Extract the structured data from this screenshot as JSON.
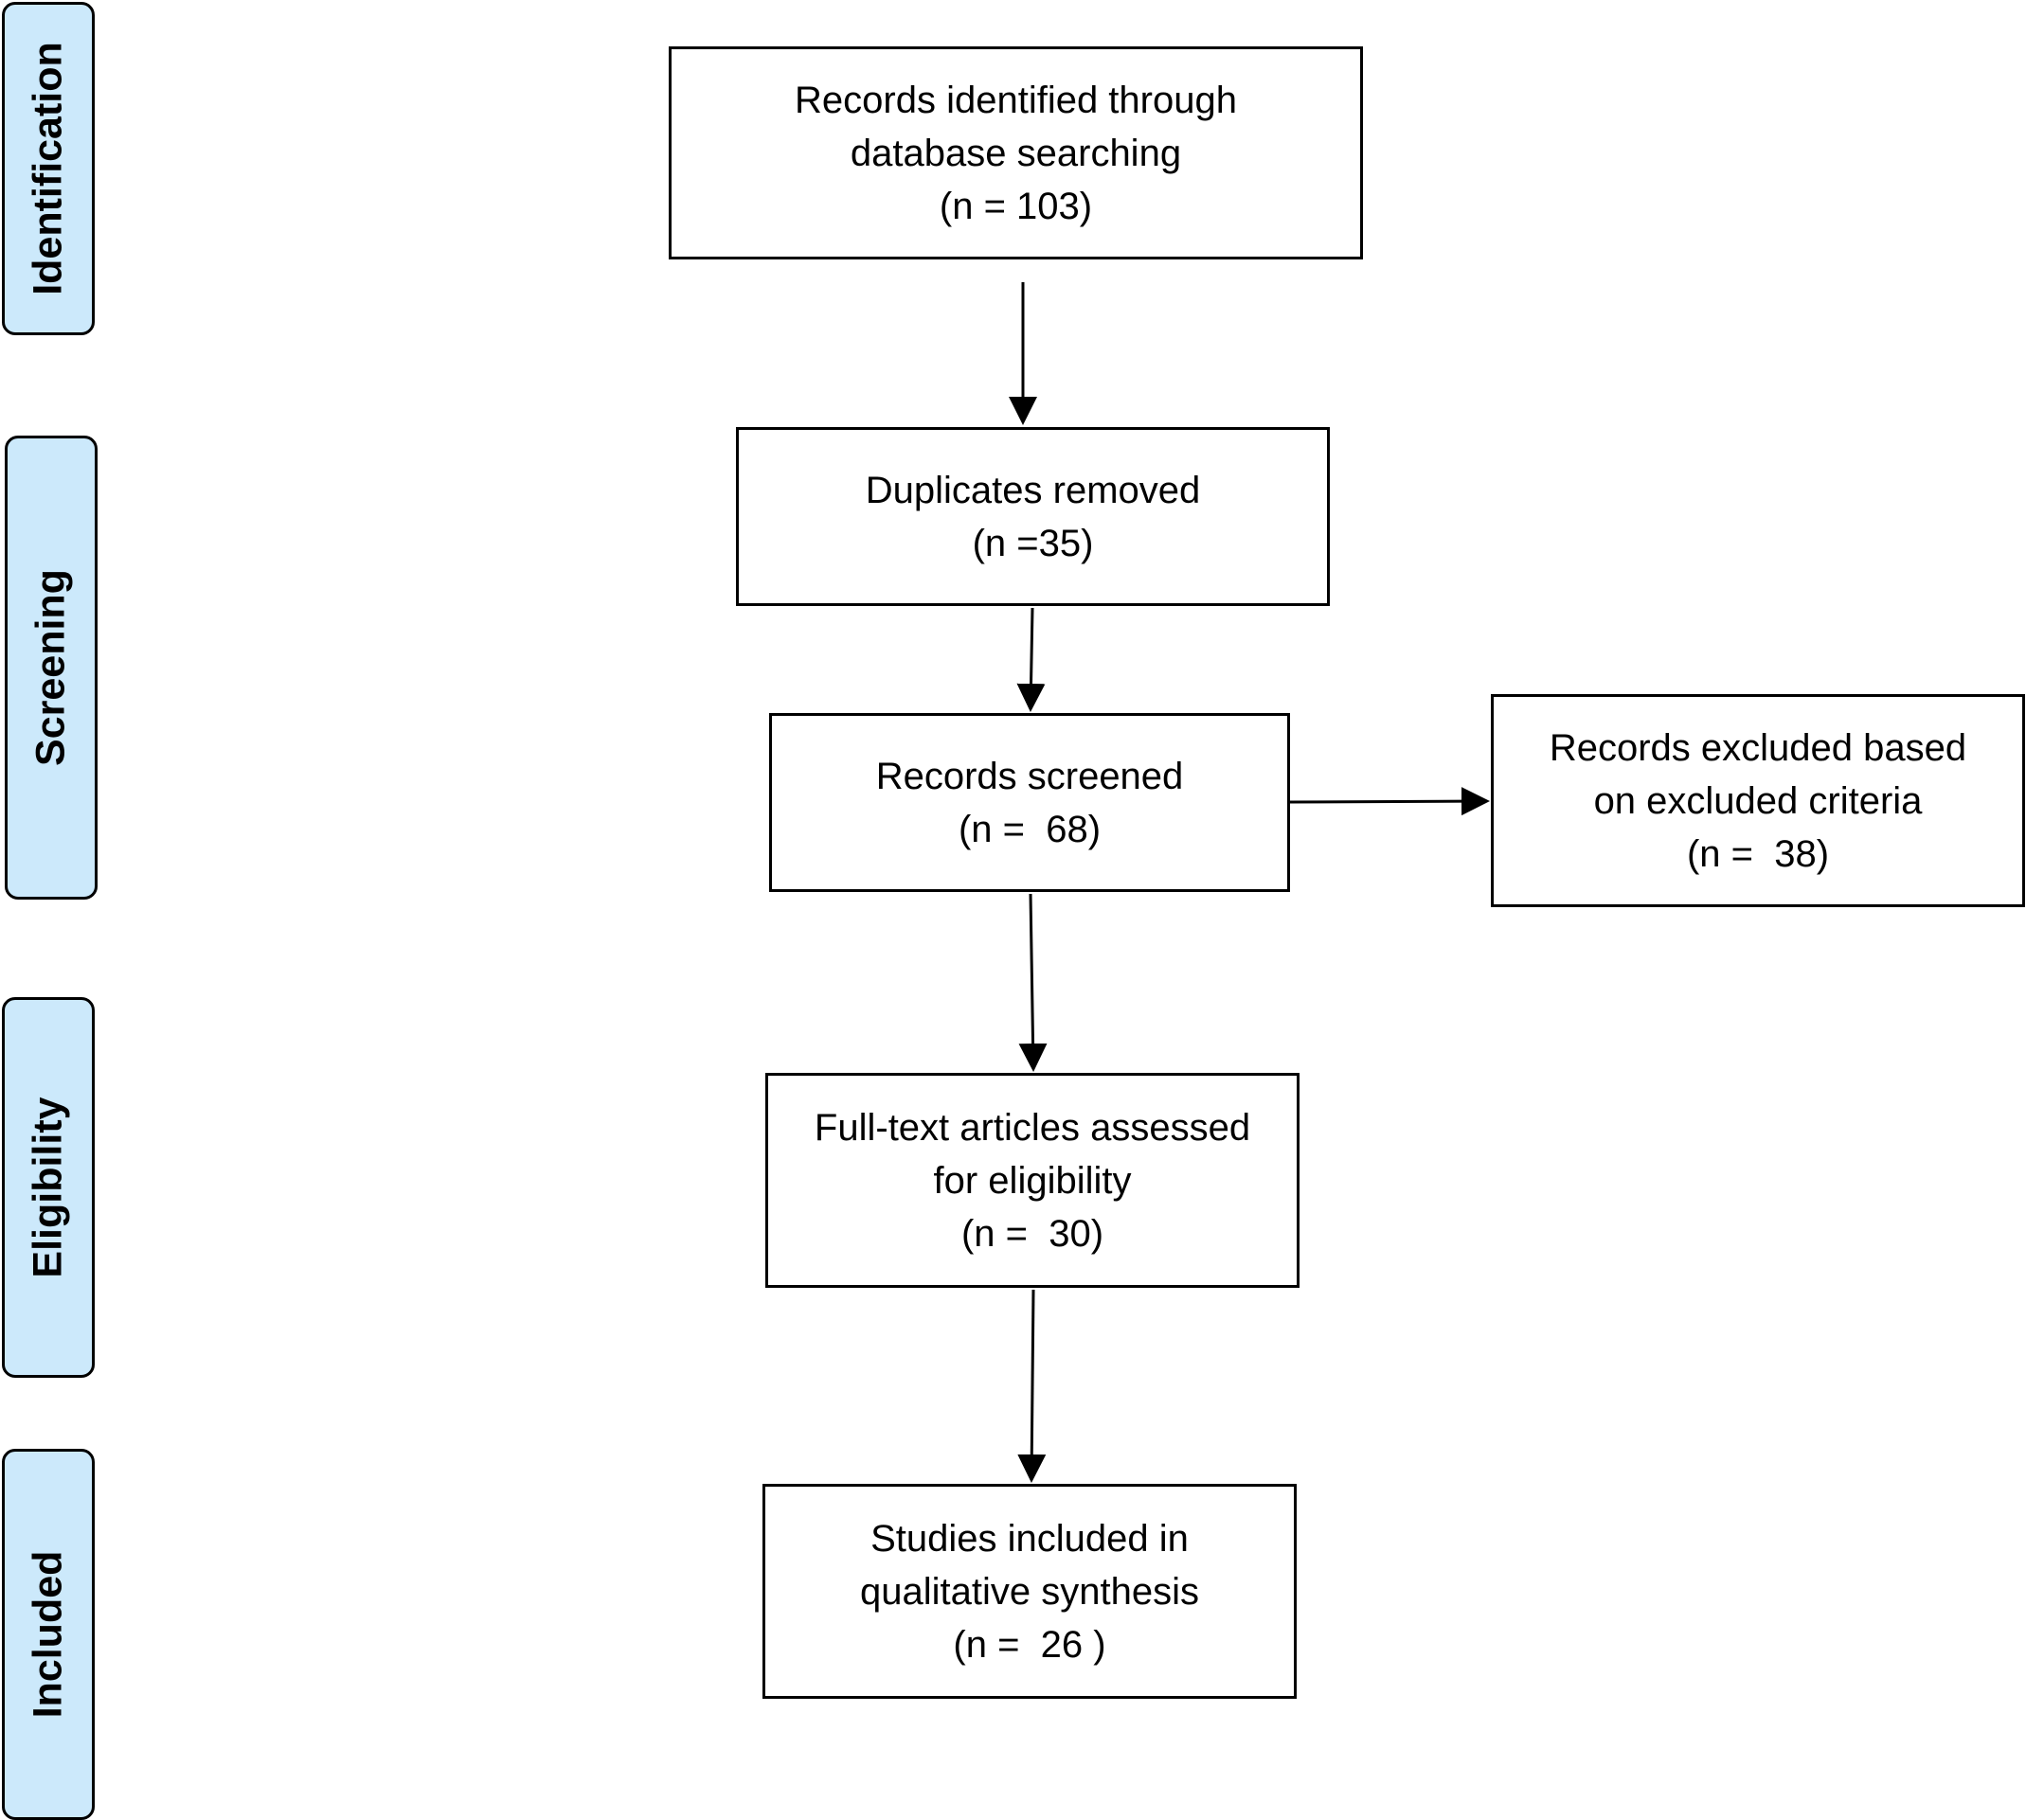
{
  "stages": {
    "identification": "Identification",
    "screening": "Screening",
    "eligibility": "Eligibility",
    "included": "Included"
  },
  "boxes": {
    "identified": [
      "Records identified through",
      "database searching",
      "(n = 103)"
    ],
    "duplicates": [
      "Duplicates removed",
      "(n =35)"
    ],
    "screened": [
      "Records screened",
      "(n =  68)"
    ],
    "excluded": [
      "Records excluded based",
      "on excluded criteria",
      "(n =  38)"
    ],
    "fulltext": [
      "Full-text articles assessed",
      "for eligibility",
      "(n =  30)"
    ],
    "included": [
      "Studies included in",
      "qualitative synthesis",
      "(n =  26 )"
    ]
  },
  "colors": {
    "stage_fill": "#cce9fb",
    "border": "#000000"
  }
}
